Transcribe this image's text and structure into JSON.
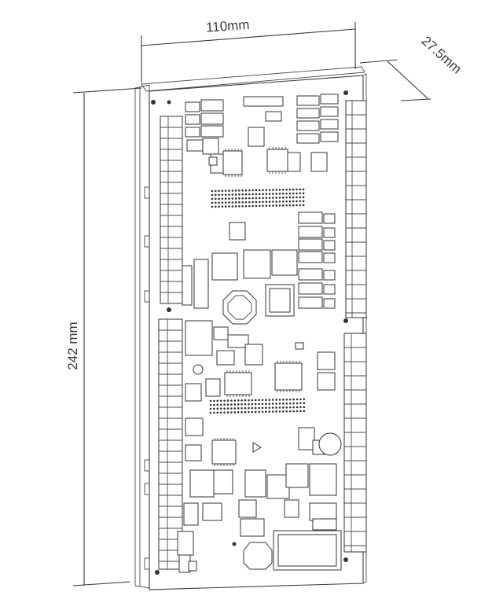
{
  "dimensions": {
    "width": "110mm",
    "depth": "27.5mm",
    "height": "242 mm"
  }
}
